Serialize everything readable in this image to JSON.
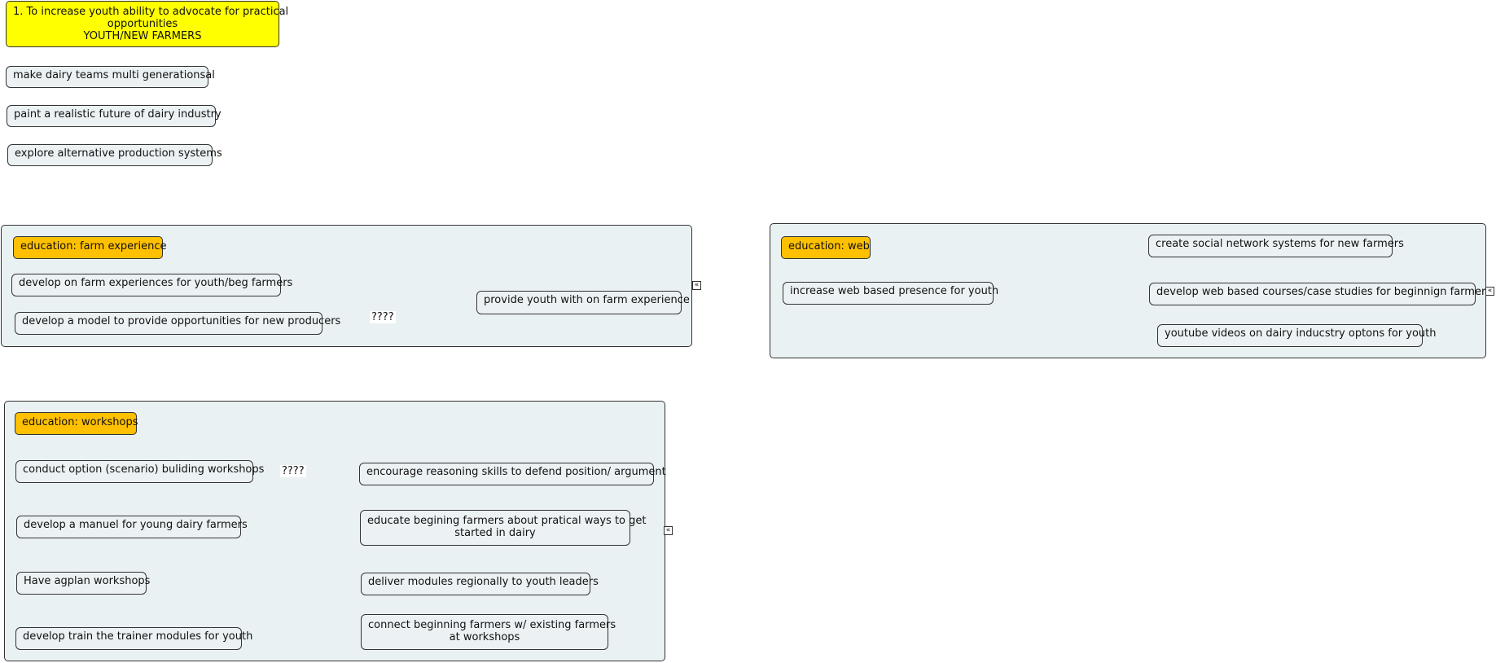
{
  "goal": {
    "line1": "1. To increase youth ability to advocate for practical",
    "line2": "opportunities",
    "line3": "YOUTH/NEW FARMERS"
  },
  "standalone": {
    "multi_gen": "make dairy teams multi generationsal",
    "realistic_future": "paint a realistic future of dairy industry",
    "alt_systems": "explore alternative production systems"
  },
  "farm_experience": {
    "tag": "education: farm experience",
    "develop_experiences": "develop on farm experiences for youth/beg farmers",
    "develop_model": "develop a model to provide opportunities for new producers",
    "provide_experience": "provide youth with on farm experience",
    "link_label": "????"
  },
  "web": {
    "tag": "education: web",
    "presence": "increase web based presence for youth",
    "social_network": "create social network systems for new farmers",
    "courses": "develop web based courses/case studies for beginnign farmers",
    "youtube": "youtube videos on dairy inducstry optons for youth"
  },
  "workshops": {
    "tag": "education: workshops",
    "scenario": "conduct option (scenario) buliding workshops",
    "link_label": "????",
    "reasoning": "encourage reasoning skills to defend position/ argument",
    "manuel": "develop a manuel for young dairy farmers",
    "educate_line1": "educate begining farmers about pratical ways to get",
    "educate_line2": "started in dairy",
    "agplan": "Have agplan workshops",
    "deliver": "deliver modules regionally to youth leaders",
    "train_trainer": "develop train the trainer modules for youth",
    "connect_line1": "connect beginning farmers w/ existing farmers",
    "connect_line2": "at workshops"
  },
  "icons": {
    "collapse": "«"
  }
}
